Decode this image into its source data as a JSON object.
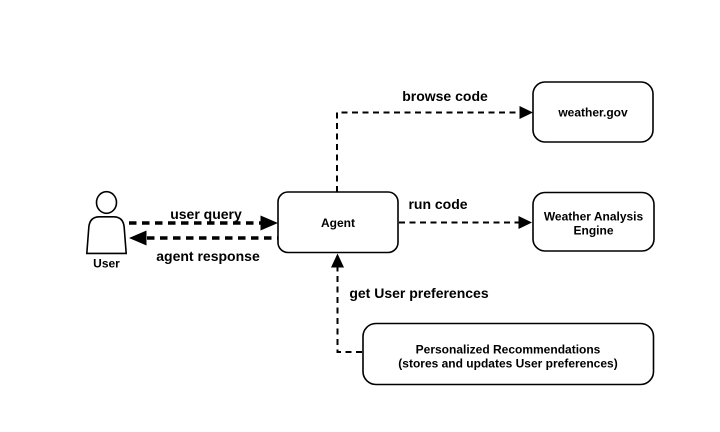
{
  "diagram": {
    "background_color": "#ffffff",
    "line_color": "#000000",
    "text_color": "#000000",
    "node_fill_color": "#ffffff",
    "nodes": {
      "user": {
        "label": "User",
        "type": "actor"
      },
      "agent": {
        "label": "Agent"
      },
      "weather_gov": {
        "label": "weather.gov"
      },
      "weather_analysis_engine": {
        "label_line1": "Weather Analysis",
        "label_line2": "Engine"
      },
      "personalized_recommendations": {
        "label_line1": "Personalized Recommendations",
        "label_line2": "(stores and updates User preferences)"
      }
    },
    "edges": {
      "user_query": {
        "label": "user query",
        "from": "User",
        "to": "Agent",
        "style": "thick-dashed"
      },
      "agent_response": {
        "label": "agent response",
        "from": "Agent",
        "to": "User",
        "style": "thick-dashed"
      },
      "browse_code": {
        "label": "browse code",
        "from": "Agent",
        "to": "weather.gov",
        "style": "thin-dashed"
      },
      "run_code": {
        "label": "run code",
        "from": "Agent",
        "to": "Weather Analysis Engine",
        "style": "thin-dashed"
      },
      "get_user_preferences": {
        "label": "get User preferences",
        "from": "Personalized Recommendations",
        "to": "Agent",
        "style": "thin-dashed"
      }
    }
  }
}
